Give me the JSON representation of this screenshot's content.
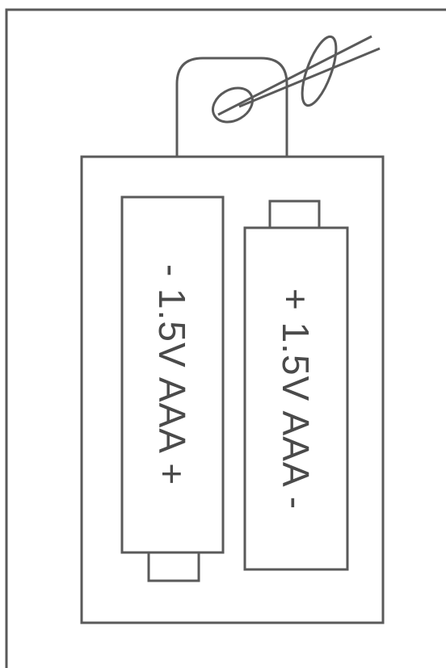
{
  "diagram": {
    "battery_left": {
      "label": "- 1.5V AAA +"
    },
    "battery_right": {
      "label": "+ 1.5V AAA -"
    },
    "colors": {
      "stroke": "#5a5a5a",
      "text": "#4a4a4a",
      "background": "#ffffff"
    },
    "icons": [
      "battery-compartment",
      "hanging-tab",
      "ring-hook",
      "tweezers-icon"
    ]
  }
}
